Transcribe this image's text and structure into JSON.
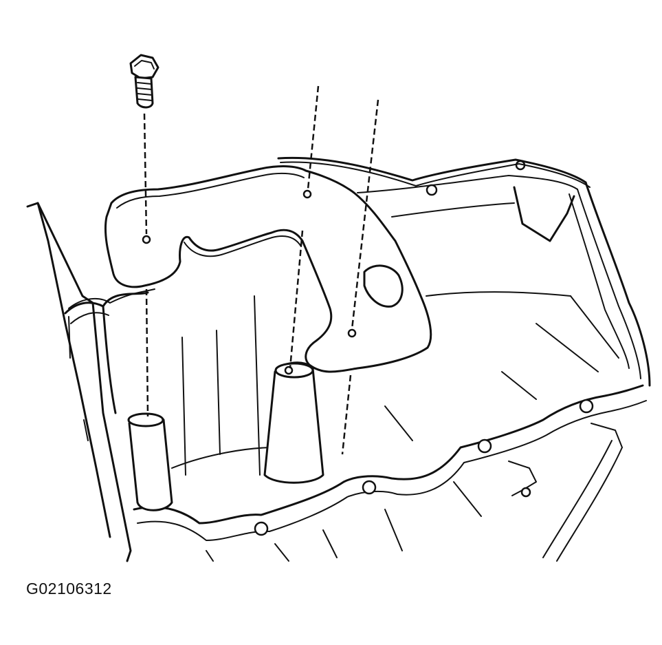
{
  "figure": {
    "id_label": "G02106312"
  },
  "colors": {
    "line": "#111111",
    "background": "#ffffff"
  },
  "parts": {
    "bolt": "bolt-icon",
    "gasket": "oil-pan-gasket",
    "baffle": "oil-pan-baffle",
    "oil_pan": "oil-pan"
  }
}
